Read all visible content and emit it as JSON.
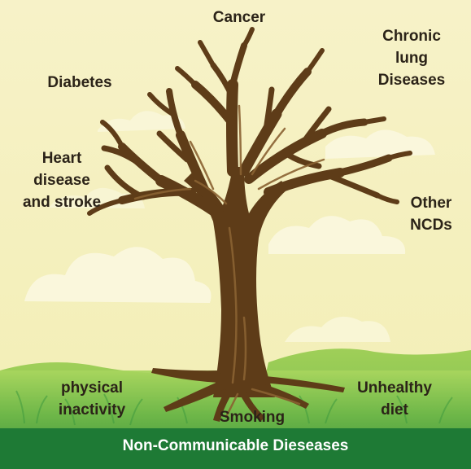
{
  "diseases": {
    "cancer": [
      "Cancer"
    ],
    "chronic_lung": [
      "Chronic",
      "lung",
      "Diseases"
    ],
    "diabetes": [
      "Diabetes"
    ],
    "heart": [
      "Heart",
      "disease",
      "and stroke"
    ],
    "other": [
      "Other",
      "NCDs"
    ]
  },
  "risk_factors": {
    "physical_inactivity": [
      "physical",
      "inactivity"
    ],
    "smoking": [
      "Smoking"
    ],
    "unhealthy_diet": [
      "Unhealthy",
      "diet"
    ]
  },
  "footer_title": "Non-Communicable Dieseases",
  "colors": {
    "sky_top": "#f6f1c3",
    "sky_bottom": "#f3efb6",
    "cloud": "#faf7dc",
    "grass_light": "#a7d25c",
    "grass_dark": "#2e8a38",
    "footer_band": "#1e7a35",
    "trunk": "#5e3c18",
    "trunk_highlight": "#8a6232",
    "label_text": "#2b2318"
  }
}
